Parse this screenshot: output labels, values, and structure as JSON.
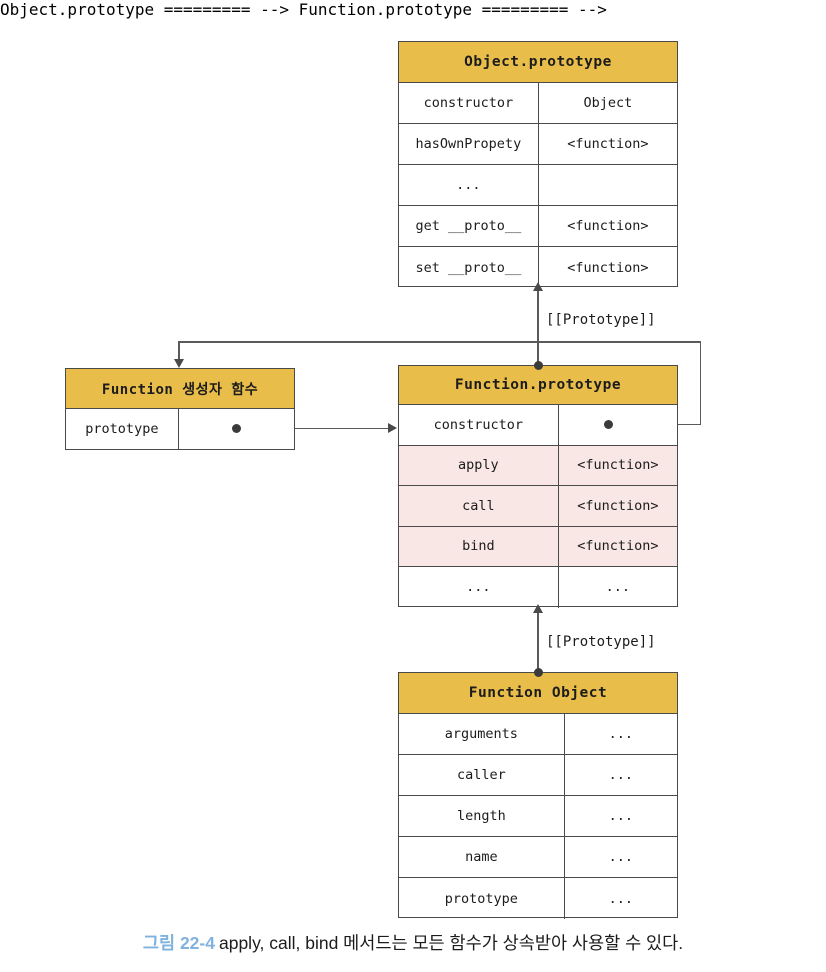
{
  "diagram": {
    "title": "Function.prototype apply/call/bind inheritance diagram",
    "colors": {
      "header_gold": "#e9bd4a",
      "highlight_pink": "#f8e7e4",
      "border": "#4a4a4a",
      "connector": "#5a5a5a",
      "caption_accent": "#7fb2df"
    },
    "edge_labels": {
      "prototype_upper": "[[Prototype]]",
      "prototype_lower": "[[Prototype]]"
    },
    "boxes": {
      "object_prototype": {
        "title": "Object.prototype",
        "rows": [
          {
            "key": "constructor",
            "value": "Object"
          },
          {
            "key": "hasOwnPropety",
            "value": "<function>"
          },
          {
            "key": "...",
            "value": ""
          },
          {
            "key": "get __proto__",
            "value": "<function>"
          },
          {
            "key": "set __proto__",
            "value": "<function>"
          }
        ]
      },
      "function_constructor": {
        "title": "Function 생성자 함수",
        "rows": [
          {
            "key": "prototype",
            "value": ""
          }
        ]
      },
      "function_prototype": {
        "title": "Function.prototype",
        "rows": [
          {
            "key": "constructor",
            "value": "",
            "highlight": false
          },
          {
            "key": "apply",
            "value": "<function>",
            "highlight": true
          },
          {
            "key": "call",
            "value": "<function>",
            "highlight": true
          },
          {
            "key": "bind",
            "value": "<function>",
            "highlight": true
          },
          {
            "key": "...",
            "value": "...",
            "highlight": false
          }
        ]
      },
      "function_object": {
        "title": "Function Object",
        "rows": [
          {
            "key": "arguments",
            "value": "..."
          },
          {
            "key": "caller",
            "value": "..."
          },
          {
            "key": "length",
            "value": "..."
          },
          {
            "key": "name",
            "value": "..."
          },
          {
            "key": "prototype",
            "value": "..."
          }
        ]
      }
    }
  },
  "caption": {
    "figure_number": "그림 22-4",
    "text": "apply, call, bind 메서드는 모든 함수가 상속받아 사용할 수 있다."
  }
}
